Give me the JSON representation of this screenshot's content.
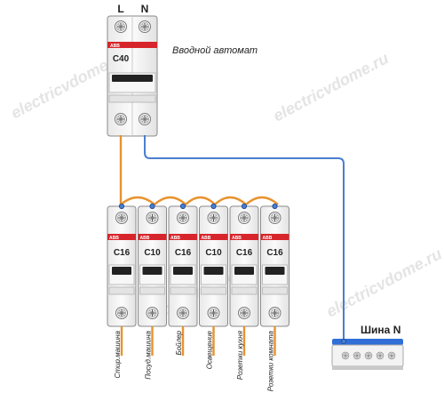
{
  "terminals": {
    "line": "L",
    "neutral": "N"
  },
  "main_breaker": {
    "brand": "ABB",
    "rating": "C40",
    "label": "Вводной автомат"
  },
  "breakers": [
    {
      "brand": "ABB",
      "rating": "C16",
      "circuit": "Стир.машина"
    },
    {
      "brand": "ABB",
      "rating": "C10",
      "circuit": "Посуд.машина"
    },
    {
      "brand": "ABB",
      "rating": "C16",
      "circuit": "Бойлер"
    },
    {
      "brand": "ABB",
      "rating": "C10",
      "circuit": "Освещение"
    },
    {
      "brand": "ABB",
      "rating": "C16",
      "circuit": "Розетки кухня"
    },
    {
      "brand": "ABB",
      "rating": "C16",
      "circuit": "Розетки комната"
    }
  ],
  "neutral_bus": {
    "label": "Шина N"
  },
  "watermark": {
    "site": "electricvdome.ru"
  },
  "colors": {
    "phase_wire": "#e8922e",
    "neutral_wire": "#4a7fd0",
    "brand_red": "#d7262b",
    "bus_blue": "#2f6fd6"
  }
}
